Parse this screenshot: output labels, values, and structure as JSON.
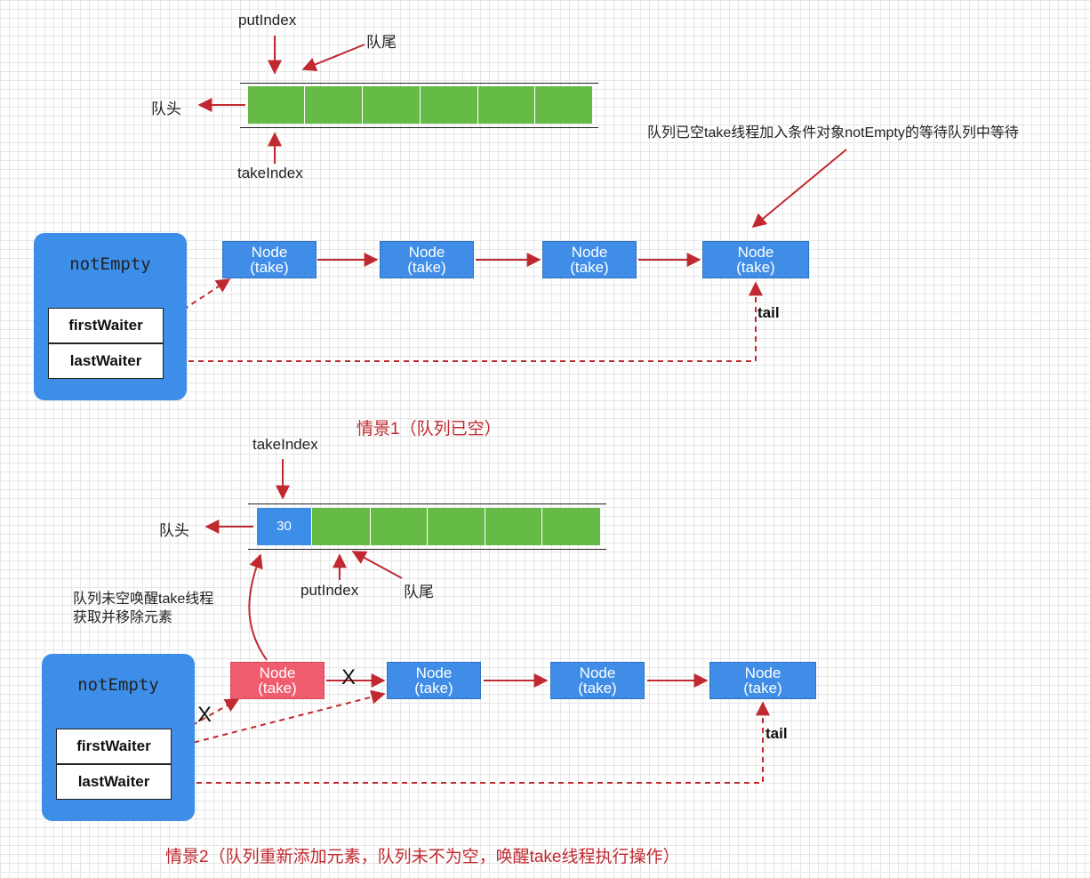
{
  "scene1": {
    "put_index": "putIndex",
    "queue_tail": "队尾",
    "queue_head": "队头",
    "take_index": "takeIndex",
    "note": "队列已空take线程加入条件对象notEmpty的等待队列中等待",
    "condition": {
      "name": "notEmpty",
      "first_waiter": "firstWaiter",
      "last_waiter": "lastWaiter"
    },
    "nodes": [
      {
        "line1": "Node",
        "line2": "(take)"
      },
      {
        "line1": "Node",
        "line2": "(take)"
      },
      {
        "line1": "Node",
        "line2": "(take)"
      },
      {
        "line1": "Node",
        "line2": "(take)"
      }
    ],
    "tail_label": "tail",
    "title": "情景1（队列已空）"
  },
  "scene2": {
    "take_index": "takeIndex",
    "queue_head": "队头",
    "cell_value": "30",
    "put_index": "putIndex",
    "queue_tail": "队尾",
    "note_line1": "队列未空唤醒take线程",
    "note_line2": "获取并移除元素",
    "condition": {
      "name": "notEmpty",
      "first_waiter": "firstWaiter",
      "last_waiter": "lastWaiter"
    },
    "nodes": [
      {
        "line1": "Node",
        "line2": "(take)"
      },
      {
        "line1": "Node",
        "line2": "(take)"
      },
      {
        "line1": "Node",
        "line2": "(take)"
      },
      {
        "line1": "Node",
        "line2": "(take)"
      }
    ],
    "x_mark": "X",
    "tail_label": "tail",
    "title": "情景2（队列重新添加元素，队列未不为空，唤醒take线程执行操作）"
  },
  "colors": {
    "queue_green": "#66bb47",
    "node_blue": "#3f8de6",
    "node_removed": "#ef5d6f",
    "arrow_red": "#c0292f",
    "title_red": "#c0292f"
  }
}
